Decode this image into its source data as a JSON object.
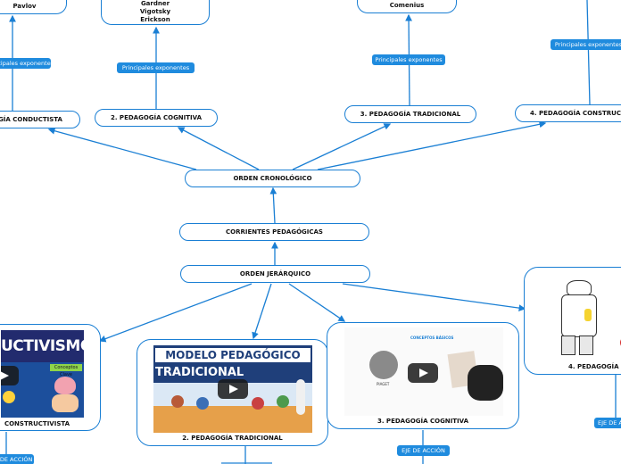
{
  "top_nodes": {
    "pavlov": "Pavlov",
    "cognitive_authors": "Gardner\nVigotsky\nErickson",
    "comenius": "Comenius"
  },
  "labels": {
    "exponentes": "Principales exponentes",
    "eje": "EJE DE ACCIÓN"
  },
  "nodes": {
    "conductista": "GÍA CONDUCTISTA",
    "cognitiva": "2. PEDAGOGÍA COGNITIVA",
    "tradicional": "3. PEDAGOGÍA TRADICIONAL",
    "constructivista_top": "4. PEDAGOGÍA CONSTRUC",
    "orden_cronologico": "ORDEN CRONOLÓGICO",
    "corrientes": "CORRIENTES PEDAGÓGICAS",
    "orden_jerarquico": "ORDEN JERÁRQUICO"
  },
  "cards": {
    "constructivista": {
      "caption": "CONSTRUCTIVISTA",
      "banner": "UCTIVISMO",
      "subtitle": "Conceptos Clave"
    },
    "tradicional": {
      "caption": "2. PEDAGOGÍA TRADICIONAL",
      "banner1": "MODELO PEDAGÓGICO",
      "banner2": "TRADICIONAL"
    },
    "cognitiva": {
      "caption": "3. PEDAGOGÍA COGNITIVA",
      "board": "CONCEPTOS BÁSICOS",
      "name": "PIAGET"
    },
    "pedagogia4": {
      "caption": "4. PEDAGOGÍA"
    }
  },
  "colors": {
    "accent": "#1a7fd4",
    "tag_bg": "#1f8bde"
  }
}
